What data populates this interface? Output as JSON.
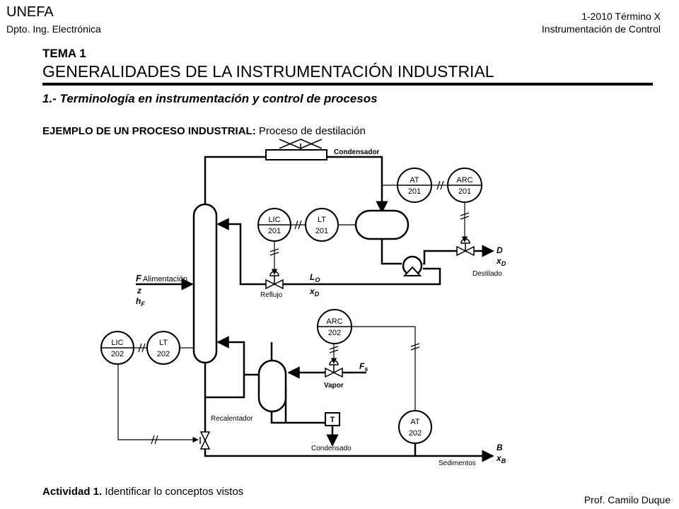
{
  "header": {
    "org": "UNEFA",
    "dept": "Dpto. Ing. Electrónica",
    "term": "1-2010 Término X",
    "course": "Instrumentación de Control"
  },
  "topic": {
    "number": "TEMA 1",
    "title": "GENERALIDADES DE LA INSTRUMENTACIÓN INDUSTRIAL"
  },
  "section": {
    "heading": "1.- Terminología en instrumentación y control de procesos"
  },
  "example": {
    "label": "EJEMPLO DE UN PROCESO INDUSTRIAL:",
    "text": " Proceso de destilación"
  },
  "diagram": {
    "condenser_label": "Condensador",
    "feed_label": "Alimentación",
    "feed_var_F": "F",
    "feed_var_z": "z",
    "feed_var_h": "h",
    "feed_var_h_sub": "F",
    "reflux_label": "Reflujo",
    "reflux_var_L": "L",
    "reflux_var_L_sub": "O",
    "reflux_var_x": "x",
    "reflux_var_x_sub": "D",
    "distillate_label": "Destilado",
    "distillate_var_D": "D",
    "distillate_var_x": "x",
    "distillate_var_x_sub": "D",
    "reboiler_label": "Recalentador",
    "steam_label": "Vapor",
    "steam_var": "F",
    "steam_var_sub": "s",
    "condensate_label": "Condensado",
    "trap_label": "T",
    "bottoms_label": "Sedimentos",
    "bottoms_var_B": "B",
    "bottoms_var_x": "x",
    "bottoms_var_x_sub": "B",
    "instruments": {
      "at201": {
        "tag": "AT",
        "num": "201"
      },
      "arc201": {
        "tag": "ARC",
        "num": "201"
      },
      "lic201": {
        "tag": "LIC",
        "num": "201"
      },
      "lt201": {
        "tag": "LT",
        "num": "201"
      },
      "lic202": {
        "tag": "LIC",
        "num": "202"
      },
      "lt202": {
        "tag": "LT",
        "num": "202"
      },
      "arc202": {
        "tag": "ARC",
        "num": "202"
      },
      "at202": {
        "tag": "AT",
        "num": "202"
      }
    }
  },
  "activity": {
    "label": "Actividad 1.",
    "text": " Identificar lo conceptos vistos"
  },
  "footer": {
    "author": "Prof. Camilo Duque"
  }
}
